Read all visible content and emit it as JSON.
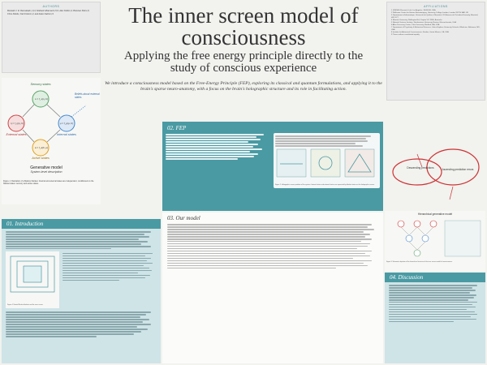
{
  "authors_heading": "AUTHORS",
  "authors_text": "Maxwell J. D. Ramstead¹,²,3,4, Mahault Albarracin¹,5,6, Alex Kiefer¹,4, Brennan Klein¹,8, Chris Fields¹, Karl Friston¹,3, and Adam Safron¹,9",
  "affiliations_heading": "AFFILIATIONS",
  "affiliations": [
    "1 VERSES Research Lab, Los Angeles, CA 90016, USA",
    "2 Wellcome Centre for Human Neuroimaging, University College London, London WC1N 3AR, UK",
    "3 Département d'informatique, Université du Québec à Montréal, 201 Avenue du Président-Kennedy, Montréal, H2X 3Y7",
    "4 Monash University, Wellington Rd, Clayton VIC 3800, Australia",
    "5 Network Science Institute, Northeastern University, Boston, Massachusetts, USA",
    "6 Allen Discovery Center, Tufts University, Medford, MA, USA",
    "7 Department of Psychiatry & Behavioral Sciences, Johns Hopkins University School of Medicine, Baltimore, MD, USA",
    "8 Institute for Advanced Consciousness Studies, Santa Monica, CA, USA",
    "9 These authors contributed equally"
  ],
  "title": "The inner screen model of consciousness",
  "subtitle": "Applying the free energy principle directly to the study of conscious experience",
  "abstract": "We introduce a consciousness model based on the Free-Energy Principle (FEP), exploring its classical and quantum formulations, and applying it to the brain's sparse neuro-anatomy, with a focus on the brain's holographic structure and its role in facilitating action.",
  "diagram": {
    "sensory_states": "Sensory states",
    "active_states": "Active states",
    "external_states": "External states",
    "internal_states": "Internal states",
    "beliefs_label": "Beliefs about external states",
    "model_title": "Generative model",
    "model_subtitle": "System-level description",
    "eq_s": "s = f_s(η, b)",
    "eq_a": "a = f_a(b, μ)",
    "eq_eta": "η = f_η(η, b)",
    "eq_mu": "μ = f_μ(μ, b)",
    "caption": "Figure 1: Illustration of a Markov blanket. Internal and external states are independent, conditioned on the blanket states: sensory and active states."
  },
  "fep": {
    "heading": "02. FEP",
    "fig_caption": "Figure 2: Holographic screen partition of the system. Internal states and external states are separated by blanket states on the holographic screen.",
    "ellipse_label_a": "Descending predictions",
    "ellipse_label_b": "Ascending prediction errors",
    "hier_label": "Hierarchical generative model",
    "fig_caption2": "Figure 3: Schematic depiction of the hierarchical structure of the inner screen model of consciousness."
  },
  "intro": {
    "heading": "01. Introduction",
    "inset_caption": "Figure 4: Nested Markov blankets and the inner screen."
  },
  "model": {
    "heading": "03. Our model"
  },
  "discussion": {
    "heading": "04. Discussion"
  },
  "colors": {
    "teal": "#4a9aa3",
    "teal_light": "#cfe4e7",
    "sensory": "#5aa469",
    "active": "#e0a020",
    "external": "#cc4444",
    "internal": "#4488cc"
  }
}
